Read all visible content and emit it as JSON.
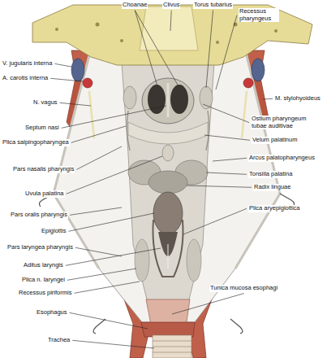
{
  "diagram": {
    "labels": [
      "Choanae",
      "Clivus",
      "Torus tubarius",
      "Recessus pharyngeus",
      "V. jugularis interna",
      "A. carotis interna",
      "N. vagus",
      "Septum nasi",
      "Plica salpingopharyngea",
      "Pars nasalis pharyngis",
      "Uvula palatina",
      "Pars oralis pharyngis",
      "Epiglottis",
      "Pars laryngea pharyngis",
      "Aditus laryngis",
      "Plica n. laryngei",
      "Recessus piriformis",
      "Esophagus",
      "Trachea",
      "M. stylohyoideus",
      "Ostium pharyngeum tubae auditivae",
      "Velum palatinum",
      "Arcus palatopharyngeus",
      "Tonsilla palatina",
      "Radix linguae",
      "Plica aryepiglottica",
      "Tunica mucosa esophagi"
    ]
  }
}
